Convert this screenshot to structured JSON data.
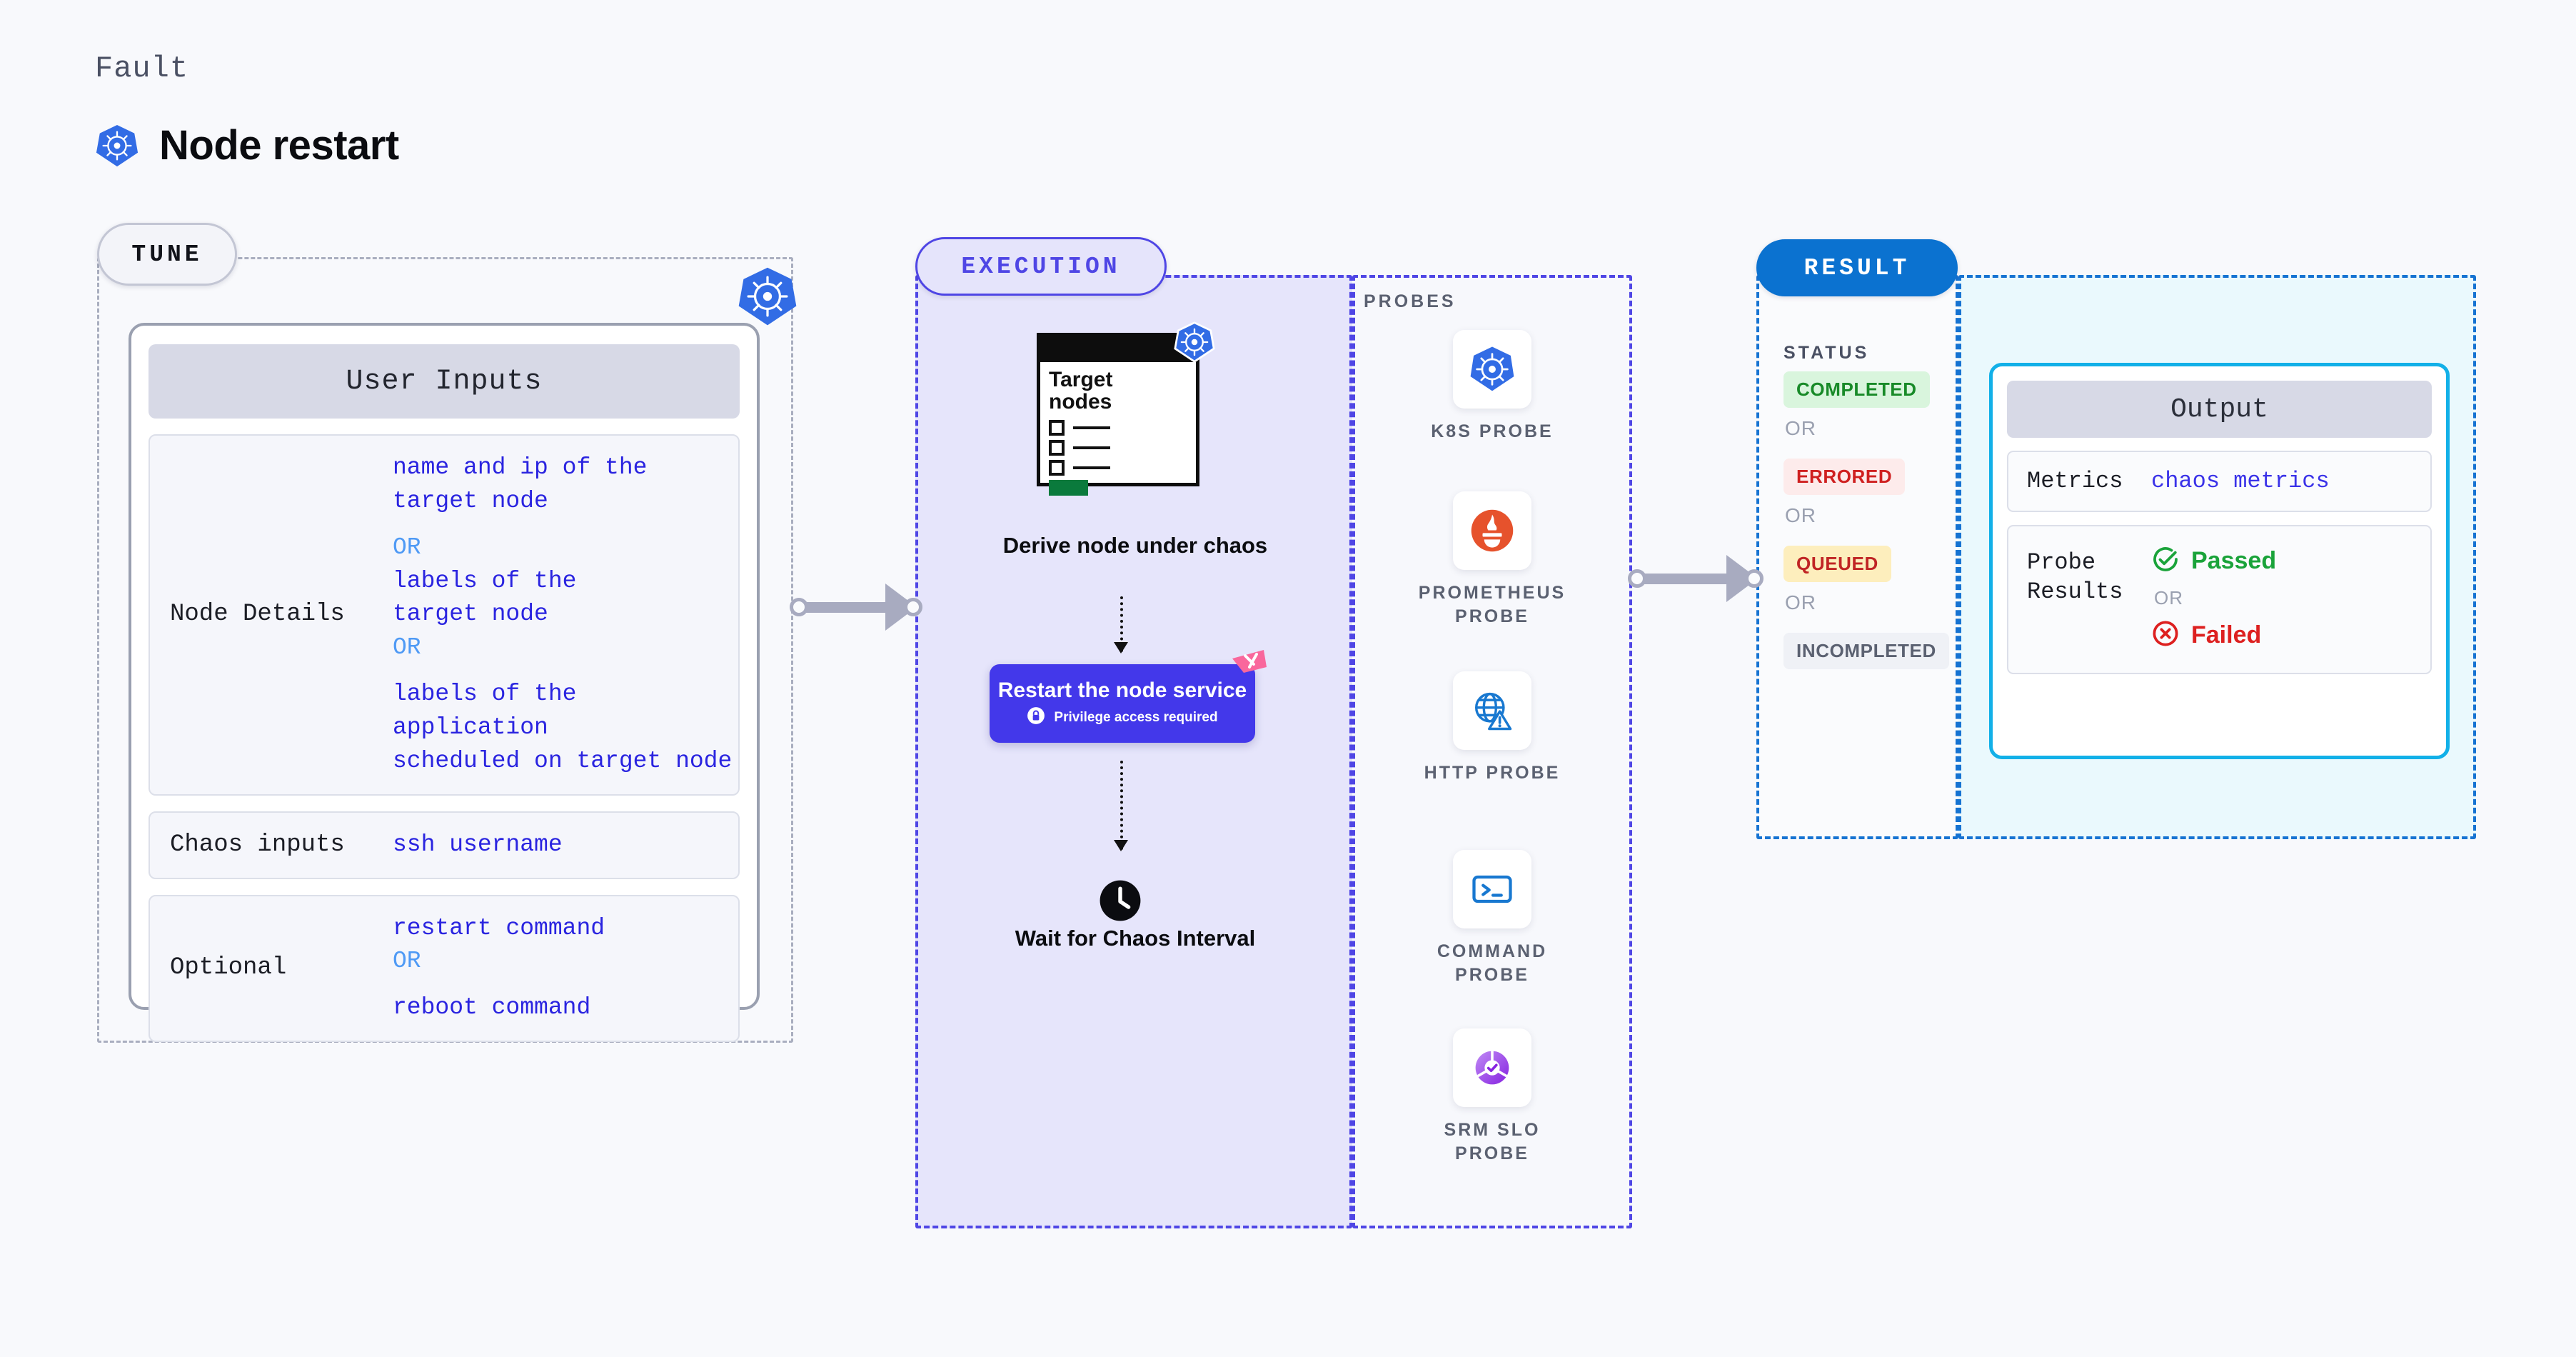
{
  "header": {
    "eyebrow": "Fault",
    "title": "Node restart",
    "icon": "kubernetes-icon"
  },
  "stages": {
    "tune": {
      "pill_label": "TUNE",
      "corner_icon": "kubernetes-icon"
    },
    "execution": {
      "pill_label": "EXECUTION"
    },
    "result": {
      "pill_label": "RESULT"
    }
  },
  "tune": {
    "card_title": "User Inputs",
    "rows": [
      {
        "key": "Node Details",
        "values": [
          {
            "text": "name and ip of the",
            "type": "value"
          },
          {
            "text": "target node",
            "type": "value"
          },
          {
            "text": "",
            "type": "spacer"
          },
          {
            "text": "OR",
            "type": "or"
          },
          {
            "text": "labels of the",
            "type": "value"
          },
          {
            "text": "target node",
            "type": "value"
          },
          {
            "text": "OR",
            "type": "or"
          },
          {
            "text": "",
            "type": "spacer"
          },
          {
            "text": "labels of the application",
            "type": "value"
          },
          {
            "text": " scheduled on target node",
            "type": "value"
          }
        ]
      },
      {
        "key": "Chaos inputs",
        "values": [
          {
            "text": "ssh username",
            "type": "value"
          }
        ]
      },
      {
        "key": "Optional",
        "values": [
          {
            "text": "restart command",
            "type": "value"
          },
          {
            "text": "OR",
            "type": "or"
          },
          {
            "text": "",
            "type": "spacer"
          },
          {
            "text": "reboot command",
            "type": "value"
          }
        ]
      }
    ]
  },
  "execution": {
    "target_card": {
      "label_line1": "Target",
      "label_line2": "nodes",
      "badge_icon": "kubernetes-icon",
      "checkbox_count": 3,
      "progress_color": "#0a7a3c"
    },
    "steps": [
      {
        "caption": "Derive node under chaos",
        "name": "derive-node-under-chaos"
      },
      {
        "caption": "Wait for Chaos Interval",
        "name": "wait-for-chaos-interval",
        "icon": "clock-icon"
      }
    ],
    "action_box": {
      "title": "Restart the node service",
      "privilege_note": "Privilege access required",
      "lock_icon": "lock-icon",
      "color": "#4338ea",
      "ribbon_color": "#f9679c"
    }
  },
  "probes": {
    "title": "PROBES",
    "items": [
      {
        "label": "K8S PROBE",
        "icon": "kubernetes-probe-icon"
      },
      {
        "label": "PROMETHEUS PROBE",
        "icon": "prometheus-probe-icon"
      },
      {
        "label": "HTTP PROBE",
        "icon": "http-probe-icon"
      },
      {
        "label": "COMMAND PROBE",
        "icon": "command-probe-icon"
      },
      {
        "label": "SRM SLO PROBE",
        "icon": "srm-slo-probe-icon"
      }
    ]
  },
  "result": {
    "status_title": "STATUS",
    "or_label": "OR",
    "statuses": [
      {
        "label": "COMPLETED",
        "bg": "#d9f5dd",
        "fg": "#188a28"
      },
      {
        "label": "ERRORED",
        "bg": "#fdebeb",
        "fg": "#cf2020"
      },
      {
        "label": "QUEUED",
        "bg": "#fdeebd",
        "fg": "#c02424"
      },
      {
        "label": "INCOMPLETED",
        "bg": "#eff1f6",
        "fg": "#5b6171"
      }
    ],
    "output": {
      "card_title": "Output",
      "metrics_key": "Metrics",
      "metrics_value": "chaos metrics",
      "probe_results_key": "Probe Results",
      "passed_label": "Passed",
      "failed_label": "Failed",
      "or_label": "OR",
      "passed_icon": "check-circle-icon",
      "failed_icon": "x-circle-icon"
    }
  }
}
